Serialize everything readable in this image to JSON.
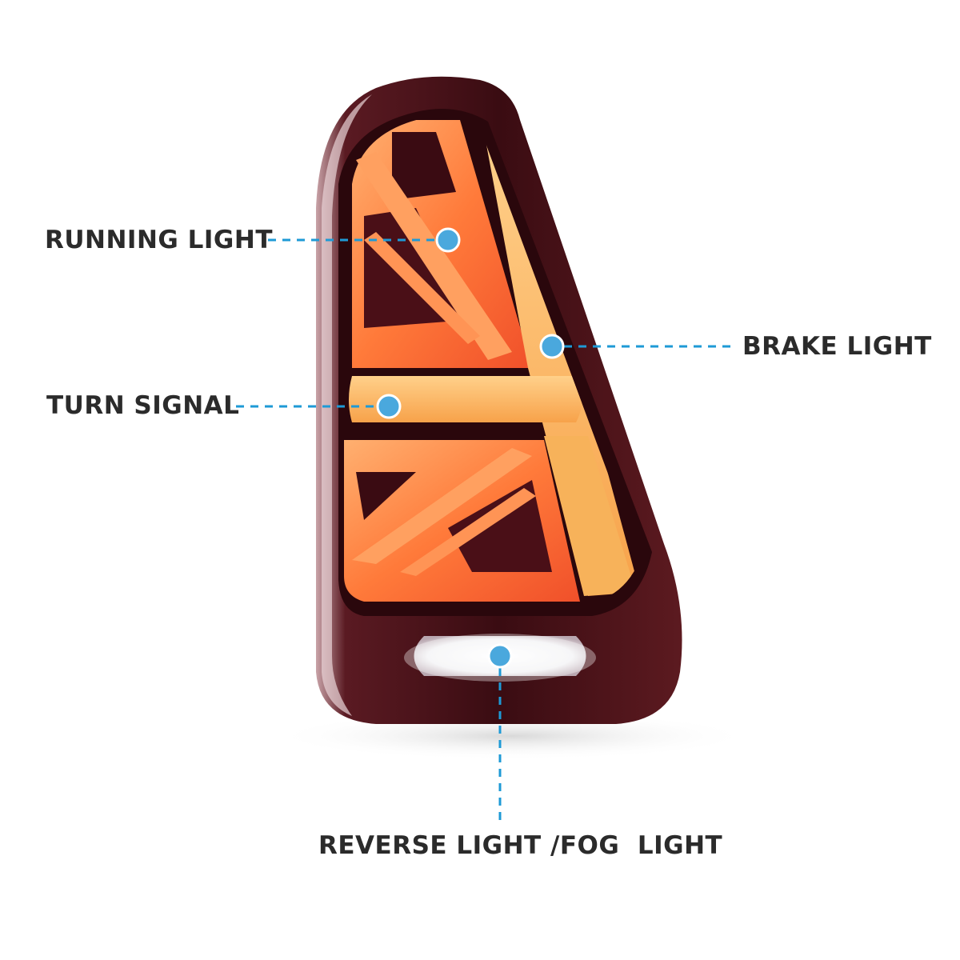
{
  "callouts": {
    "running": "RUNNING LIGHT",
    "brake": "BRAKE LIGHT",
    "turn": "TURN SIGNAL",
    "reverse": "REVERSE LIGHT /FOG  LIGHT"
  },
  "colors": {
    "callout_line": "#1e9ad6",
    "callout_dot": "#4aa8dd",
    "label_text": "#2b2b2b"
  }
}
